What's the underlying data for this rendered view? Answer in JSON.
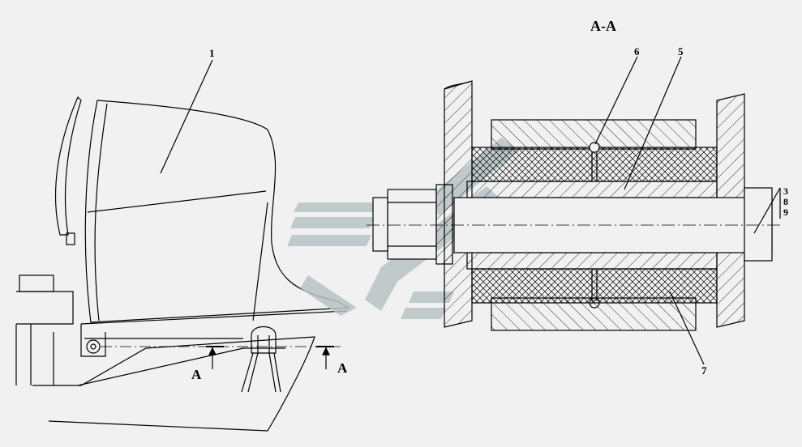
{
  "section_title": "A-A",
  "section_mark_left": "A",
  "section_mark_right": "A",
  "callouts": {
    "part_1": "1",
    "part_5": "5",
    "part_6": "6",
    "part_7": "7",
    "part_3": "3",
    "part_8": "8",
    "part_9": "9"
  },
  "colors": {
    "line": "#000000",
    "background": "#f1f1f1",
    "watermark": "#b8c4c4"
  }
}
